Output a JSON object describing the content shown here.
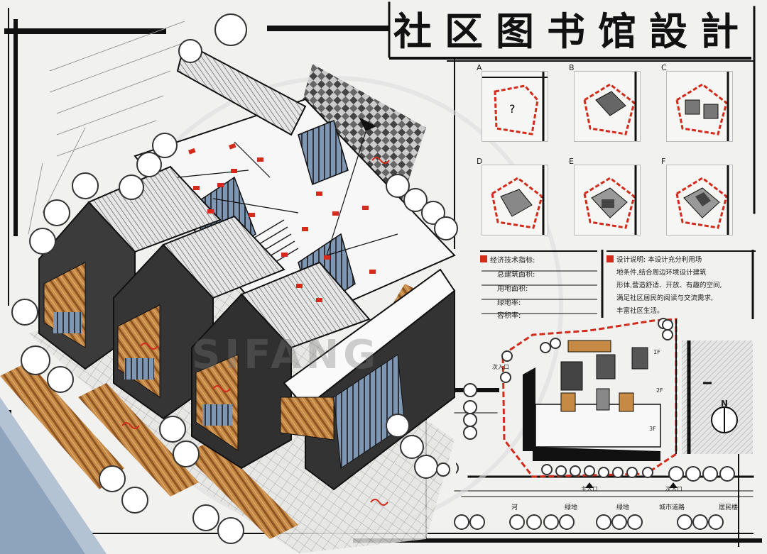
{
  "title": {
    "chars": [
      "社",
      "区",
      "图",
      "书",
      "馆",
      "設",
      "計"
    ]
  },
  "analysis": {
    "labels": [
      "A",
      "B",
      "C",
      "D",
      "E",
      "F"
    ]
  },
  "notes_left": [
    "经济技术指标:",
    "总建筑面积:",
    "用地面积:",
    "绿地率:",
    "容积率:"
  ],
  "notes_right": [
    "设计说明: 本设计充分利用场",
    "地条件,结合周边环境设计建筑",
    "形体,营造舒适、开放、有趣的空间,",
    "满足社区居民的阅读与交流需求,",
    "丰富社区生活。"
  ],
  "site_plan": {
    "entrances": [
      "主入口",
      "次入口"
    ],
    "floors": [
      "1F",
      "2F",
      "3F"
    ],
    "compass": "N"
  },
  "road_labels": [
    "河",
    "绿地",
    "绿地",
    "城市道路",
    "居民楼"
  ],
  "watermark": "SIFANG",
  "colors": {
    "accent": "#d22b1b",
    "ink": "#111111",
    "wood": "#b8742e",
    "glass": "#6f8fb0",
    "paper": "#f1f1ef"
  }
}
